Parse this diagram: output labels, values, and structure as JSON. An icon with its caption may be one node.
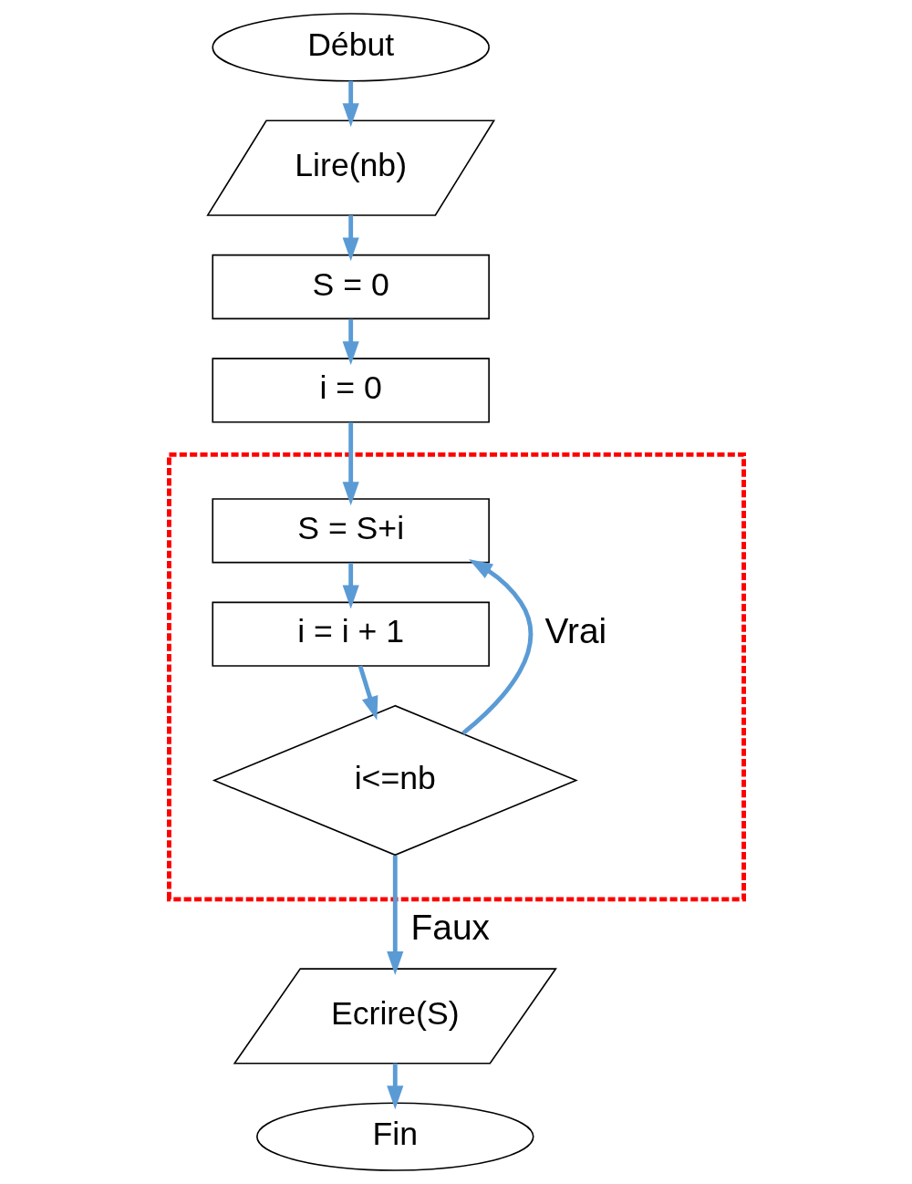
{
  "diagram": {
    "nodes": [
      {
        "text": [
          "Début"
        ]
      },
      {
        "text": [
          "Lire(nb)"
        ]
      },
      {
        "text": [
          "S = 0"
        ]
      },
      {
        "text": [
          "i = 0"
        ]
      },
      {
        "text": [],
        "shape": "box"
      },
      {
        "text": [
          "S = S+i"
        ],
        "in": 4
      },
      {
        "text": [
          "i = i + 1"
        ],
        "in": 4
      },
      {
        "text": [
          "i<=nb"
        ],
        "in": 4
      },
      {
        "text": [
          "Ecrire(S)"
        ]
      },
      {
        "text": [
          "Fin"
        ]
      }
    ],
    "edges": [
      {
        "from": 0,
        "to": 1,
        "arrow": "to"
      },
      {
        "from": 1,
        "to": 2,
        "arrow": "to"
      },
      {
        "from": 2,
        "to": 3,
        "arrow": "to"
      },
      {
        "from": 3,
        "to": 5,
        "arrow": "to"
      },
      {
        "from": 5,
        "to": 6,
        "arrow": "to"
      },
      {
        "from": 6,
        "to": 7,
        "arrow": "to"
      },
      {
        "from": 7,
        "to": 5,
        "arrow": "to",
        "label": "Vrai"
      },
      {
        "from": 7,
        "to": 8,
        "arrow": "to",
        "label": "Faux"
      },
      {
        "from": 8,
        "to": 9,
        "arrow": "to"
      }
    ]
  }
}
